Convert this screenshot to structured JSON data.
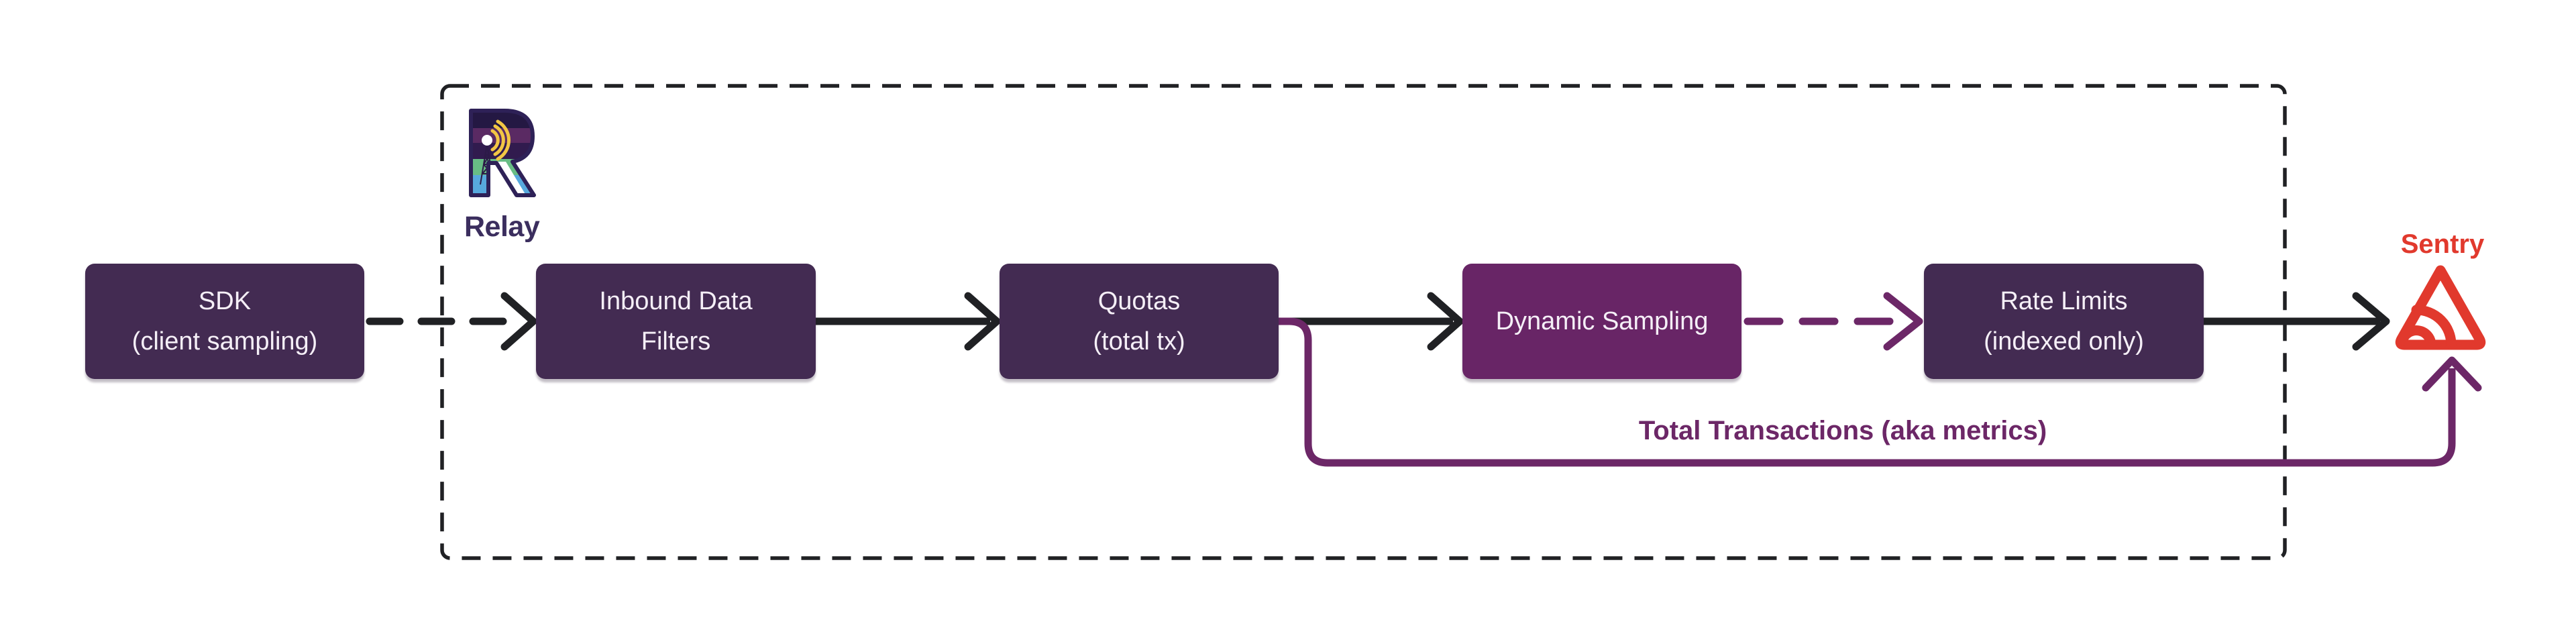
{
  "diagram": {
    "type": "flow-diagram",
    "background": "#ffffff",
    "relay_group_label": "Relay",
    "sentry_label": "Sentry"
  },
  "nodes": {
    "sdk": {
      "line1": "SDK",
      "line2": "(client sampling)"
    },
    "inbound": {
      "line1": "Inbound Data",
      "line2": "Filters"
    },
    "quotas": {
      "line1": "Quotas",
      "line2": "(total tx)"
    },
    "dynamic_sampling": {
      "line1": "Dynamic Sampling"
    },
    "rate_limits": {
      "line1": "Rate Limits",
      "line2": "(indexed only)"
    }
  },
  "edges": {
    "metrics_label": "Total Transactions (aka metrics)",
    "list": [
      {
        "from": "SDK (client sampling)",
        "to": "Inbound Data Filters",
        "style": "dashed",
        "color": "black"
      },
      {
        "from": "Inbound Data Filters",
        "to": "Quotas (total tx)",
        "style": "solid",
        "color": "black"
      },
      {
        "from": "Quotas (total tx)",
        "to": "Dynamic Sampling",
        "style": "solid",
        "color": "black"
      },
      {
        "from": "Dynamic Sampling",
        "to": "Rate Limits (indexed only)",
        "style": "dashed",
        "color": "purple"
      },
      {
        "from": "Rate Limits (indexed only)",
        "to": "Sentry",
        "style": "solid",
        "color": "black"
      },
      {
        "from": "Quotas (total tx)",
        "to": "Sentry",
        "style": "solid",
        "color": "purple",
        "label": "Total Transactions (aka metrics)"
      }
    ]
  },
  "colors": {
    "node_dark": "#432B52",
    "node_plum": "#682566",
    "line_black": "#202124",
    "accent_purple": "#6C2767",
    "sentry_red": "#E1392D",
    "relay_text": "#3B2E5E"
  }
}
